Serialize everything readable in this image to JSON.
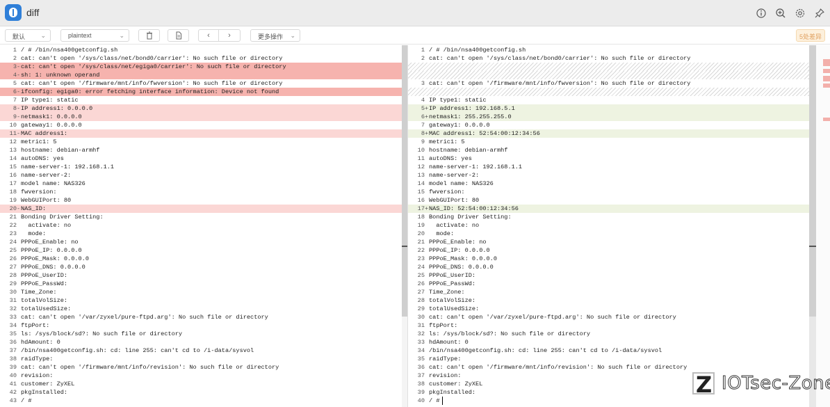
{
  "window": {
    "title": "diff"
  },
  "titlebar_icons": [
    "info-icon",
    "zoom-in-icon",
    "settings-icon",
    "pin-icon"
  ],
  "toolbar": {
    "view_mode": "默认",
    "language": "plaintext",
    "more_label": "更多操作",
    "diff_count": "5处差异"
  },
  "left": {
    "lines": [
      {
        "n": "1",
        "m": " ",
        "t": "/ # /bin/nsa400getconfig.sh",
        "k": ""
      },
      {
        "n": "2",
        "m": " ",
        "t": "cat: can't open '/sys/class/net/bond0/carrier': No such file or directory",
        "k": ""
      },
      {
        "n": "3",
        "m": "-",
        "t": "cat: can't open '/sys/class/net/egiga0/carrier': No such file or directory",
        "k": "del-strong"
      },
      {
        "n": "4",
        "m": "-",
        "t": "sh: 1: unknown operand",
        "k": "del-strong"
      },
      {
        "n": "5",
        "m": " ",
        "t": "cat: can't open '/firmware/mnt/info/fwversion': No such file or directory",
        "k": ""
      },
      {
        "n": "6",
        "m": "-",
        "t": "ifconfig: egiga0: error fetching interface information: Device not found",
        "k": "del-strong"
      },
      {
        "n": "7",
        "m": " ",
        "t": "IP type1: static",
        "k": ""
      },
      {
        "n": "8",
        "m": "-",
        "t": "IP address1: 0.0.0.0",
        "k": "del"
      },
      {
        "n": "9",
        "m": "-",
        "t": "netmask1: 0.0.0.0",
        "k": "del"
      },
      {
        "n": "10",
        "m": " ",
        "t": "gateway1: 0.0.0.0",
        "k": ""
      },
      {
        "n": "11",
        "m": "-",
        "t": "MAC address1:",
        "k": "del"
      },
      {
        "n": "12",
        "m": " ",
        "t": "metric1: 5",
        "k": ""
      },
      {
        "n": "13",
        "m": " ",
        "t": "hostname: debian-armhf",
        "k": ""
      },
      {
        "n": "14",
        "m": " ",
        "t": "autoDNS: yes",
        "k": ""
      },
      {
        "n": "15",
        "m": " ",
        "t": "name-server-1: 192.168.1.1",
        "k": ""
      },
      {
        "n": "16",
        "m": " ",
        "t": "name-server-2:",
        "k": ""
      },
      {
        "n": "17",
        "m": " ",
        "t": "model name: NAS326",
        "k": ""
      },
      {
        "n": "18",
        "m": " ",
        "t": "fwversion:",
        "k": ""
      },
      {
        "n": "19",
        "m": " ",
        "t": "WebGUIPort: 80",
        "k": ""
      },
      {
        "n": "20",
        "m": "-",
        "t": "NAS_ID:",
        "k": "del"
      },
      {
        "n": "21",
        "m": " ",
        "t": "Bonding Driver Setting:",
        "k": ""
      },
      {
        "n": "22",
        "m": " ",
        "t": "  activate: no",
        "k": ""
      },
      {
        "n": "23",
        "m": " ",
        "t": "  mode:",
        "k": ""
      },
      {
        "n": "24",
        "m": " ",
        "t": "PPPoE_Enable: no",
        "k": ""
      },
      {
        "n": "25",
        "m": " ",
        "t": "PPPoE_IP: 0.0.0.0",
        "k": ""
      },
      {
        "n": "26",
        "m": " ",
        "t": "PPPoE_Mask: 0.0.0.0",
        "k": ""
      },
      {
        "n": "27",
        "m": " ",
        "t": "PPPoE_DNS: 0.0.0.0",
        "k": ""
      },
      {
        "n": "28",
        "m": " ",
        "t": "PPPoE_UserID:",
        "k": ""
      },
      {
        "n": "29",
        "m": " ",
        "t": "PPPoE_PassWd:",
        "k": ""
      },
      {
        "n": "30",
        "m": " ",
        "t": "Time_Zone:",
        "k": ""
      },
      {
        "n": "31",
        "m": " ",
        "t": "totalVolSize:",
        "k": ""
      },
      {
        "n": "32",
        "m": " ",
        "t": "totalUsedSize:",
        "k": ""
      },
      {
        "n": "33",
        "m": " ",
        "t": "cat: can't open '/var/zyxel/pure-ftpd.arg': No such file or directory",
        "k": ""
      },
      {
        "n": "34",
        "m": " ",
        "t": "ftpPort:",
        "k": ""
      },
      {
        "n": "35",
        "m": " ",
        "t": "ls: /sys/block/sd?: No such file or directory",
        "k": ""
      },
      {
        "n": "36",
        "m": " ",
        "t": "hdAmount: 0",
        "k": ""
      },
      {
        "n": "37",
        "m": " ",
        "t": "/bin/nsa400getconfig.sh: cd: line 255: can't cd to /i-data/sysvol",
        "k": ""
      },
      {
        "n": "38",
        "m": " ",
        "t": "raidType:",
        "k": ""
      },
      {
        "n": "39",
        "m": " ",
        "t": "cat: can't open '/firmware/mnt/info/revision': No such file or directory",
        "k": ""
      },
      {
        "n": "40",
        "m": " ",
        "t": "revision:",
        "k": ""
      },
      {
        "n": "41",
        "m": " ",
        "t": "customer: ZyXEL",
        "k": ""
      },
      {
        "n": "42",
        "m": " ",
        "t": "pkgInstalled:",
        "k": ""
      },
      {
        "n": "43",
        "m": " ",
        "t": "/ #",
        "k": ""
      }
    ]
  },
  "right": {
    "lines": [
      {
        "n": "1",
        "m": " ",
        "t": "/ # /bin/nsa400getconfig.sh",
        "k": ""
      },
      {
        "n": "2",
        "m": " ",
        "t": "cat: can't open '/sys/class/net/bond0/carrier': No such file or directory",
        "k": ""
      },
      {
        "n": "",
        "m": " ",
        "t": "",
        "k": "hatch"
      },
      {
        "n": "",
        "m": " ",
        "t": "",
        "k": "hatch"
      },
      {
        "n": "3",
        "m": " ",
        "t": "cat: can't open '/firmware/mnt/info/fwversion': No such file or directory",
        "k": ""
      },
      {
        "n": "",
        "m": " ",
        "t": "",
        "k": "hatch"
      },
      {
        "n": "4",
        "m": " ",
        "t": "IP type1: static",
        "k": ""
      },
      {
        "n": "5",
        "m": "+",
        "t": "IP address1: 192.168.5.1",
        "k": "ins"
      },
      {
        "n": "6",
        "m": "+",
        "t": "netmask1: 255.255.255.0",
        "k": "ins"
      },
      {
        "n": "7",
        "m": " ",
        "t": "gateway1: 0.0.0.0",
        "k": ""
      },
      {
        "n": "8",
        "m": "+",
        "t": "MAC address1: 52:54:00:12:34:56",
        "k": "ins"
      },
      {
        "n": "9",
        "m": " ",
        "t": "metric1: 5",
        "k": ""
      },
      {
        "n": "10",
        "m": " ",
        "t": "hostname: debian-armhf",
        "k": ""
      },
      {
        "n": "11",
        "m": " ",
        "t": "autoDNS: yes",
        "k": ""
      },
      {
        "n": "12",
        "m": " ",
        "t": "name-server-1: 192.168.1.1",
        "k": ""
      },
      {
        "n": "13",
        "m": " ",
        "t": "name-server-2:",
        "k": ""
      },
      {
        "n": "14",
        "m": " ",
        "t": "model name: NAS326",
        "k": ""
      },
      {
        "n": "15",
        "m": " ",
        "t": "fwversion:",
        "k": ""
      },
      {
        "n": "16",
        "m": " ",
        "t": "WebGUIPort: 80",
        "k": ""
      },
      {
        "n": "17",
        "m": "+",
        "t": "NAS_ID: 52:54:00:12:34:56",
        "k": "ins"
      },
      {
        "n": "18",
        "m": " ",
        "t": "Bonding Driver Setting:",
        "k": ""
      },
      {
        "n": "19",
        "m": " ",
        "t": "  activate: no",
        "k": ""
      },
      {
        "n": "20",
        "m": " ",
        "t": "  mode:",
        "k": ""
      },
      {
        "n": "21",
        "m": " ",
        "t": "PPPoE_Enable: no",
        "k": ""
      },
      {
        "n": "22",
        "m": " ",
        "t": "PPPoE_IP: 0.0.0.0",
        "k": ""
      },
      {
        "n": "23",
        "m": " ",
        "t": "PPPoE_Mask: 0.0.0.0",
        "k": ""
      },
      {
        "n": "24",
        "m": " ",
        "t": "PPPoE_DNS: 0.0.0.0",
        "k": ""
      },
      {
        "n": "25",
        "m": " ",
        "t": "PPPoE_UserID:",
        "k": ""
      },
      {
        "n": "26",
        "m": " ",
        "t": "PPPoE_PassWd:",
        "k": ""
      },
      {
        "n": "27",
        "m": " ",
        "t": "Time_Zone:",
        "k": ""
      },
      {
        "n": "28",
        "m": " ",
        "t": "totalVolSize:",
        "k": ""
      },
      {
        "n": "29",
        "m": " ",
        "t": "totalUsedSize:",
        "k": ""
      },
      {
        "n": "30",
        "m": " ",
        "t": "cat: can't open '/var/zyxel/pure-ftpd.arg': No such file or directory",
        "k": ""
      },
      {
        "n": "31",
        "m": " ",
        "t": "ftpPort:",
        "k": ""
      },
      {
        "n": "32",
        "m": " ",
        "t": "ls: /sys/block/sd?: No such file or directory",
        "k": ""
      },
      {
        "n": "33",
        "m": " ",
        "t": "hdAmount: 0",
        "k": ""
      },
      {
        "n": "34",
        "m": " ",
        "t": "/bin/nsa400getconfig.sh: cd: line 255: can't cd to /i-data/sysvol",
        "k": ""
      },
      {
        "n": "35",
        "m": " ",
        "t": "raidType:",
        "k": ""
      },
      {
        "n": "36",
        "m": " ",
        "t": "cat: can't open '/firmware/mnt/info/revision': No such file or directory",
        "k": ""
      },
      {
        "n": "37",
        "m": " ",
        "t": "revision:",
        "k": ""
      },
      {
        "n": "38",
        "m": " ",
        "t": "customer: ZyXEL",
        "k": ""
      },
      {
        "n": "39",
        "m": " ",
        "t": "pkgInstalled:",
        "k": ""
      },
      {
        "n": "40",
        "m": " ",
        "t": "/ #",
        "k": ""
      }
    ]
  },
  "watermark": {
    "text": "IOTsec-Zone",
    "letter": "Z"
  },
  "colors": {
    "deleted": "#fbd7d5",
    "deleted_strong": "#f6b3ae",
    "inserted": "#eef3e1",
    "accent": "#2f7fd8"
  }
}
